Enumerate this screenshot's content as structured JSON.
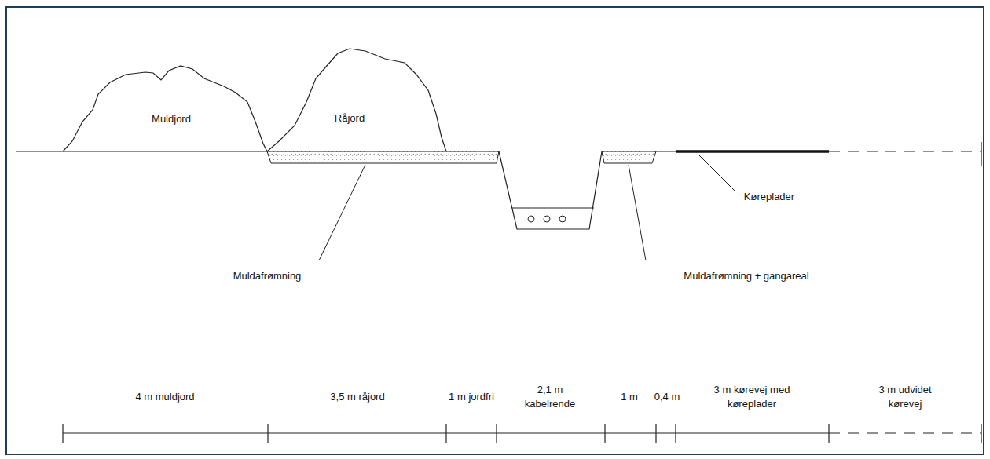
{
  "diagram": {
    "nodes": [
      {
        "text": [
          "Muldjord"
        ]
      },
      {
        "text": [
          "Råjord"
        ]
      }
    ],
    "labels": [
      "Muldafrømning",
      "Muldafrømning + gangareal",
      "Køreplader",
      "4 m muldjord",
      "3,5 m råjord",
      "1 m jordfri",
      "2,1 m kabelrende",
      "1 m",
      "0,4 m",
      "3 m kørevej med køreplader",
      "3 m udvidet kørevej"
    ]
  }
}
